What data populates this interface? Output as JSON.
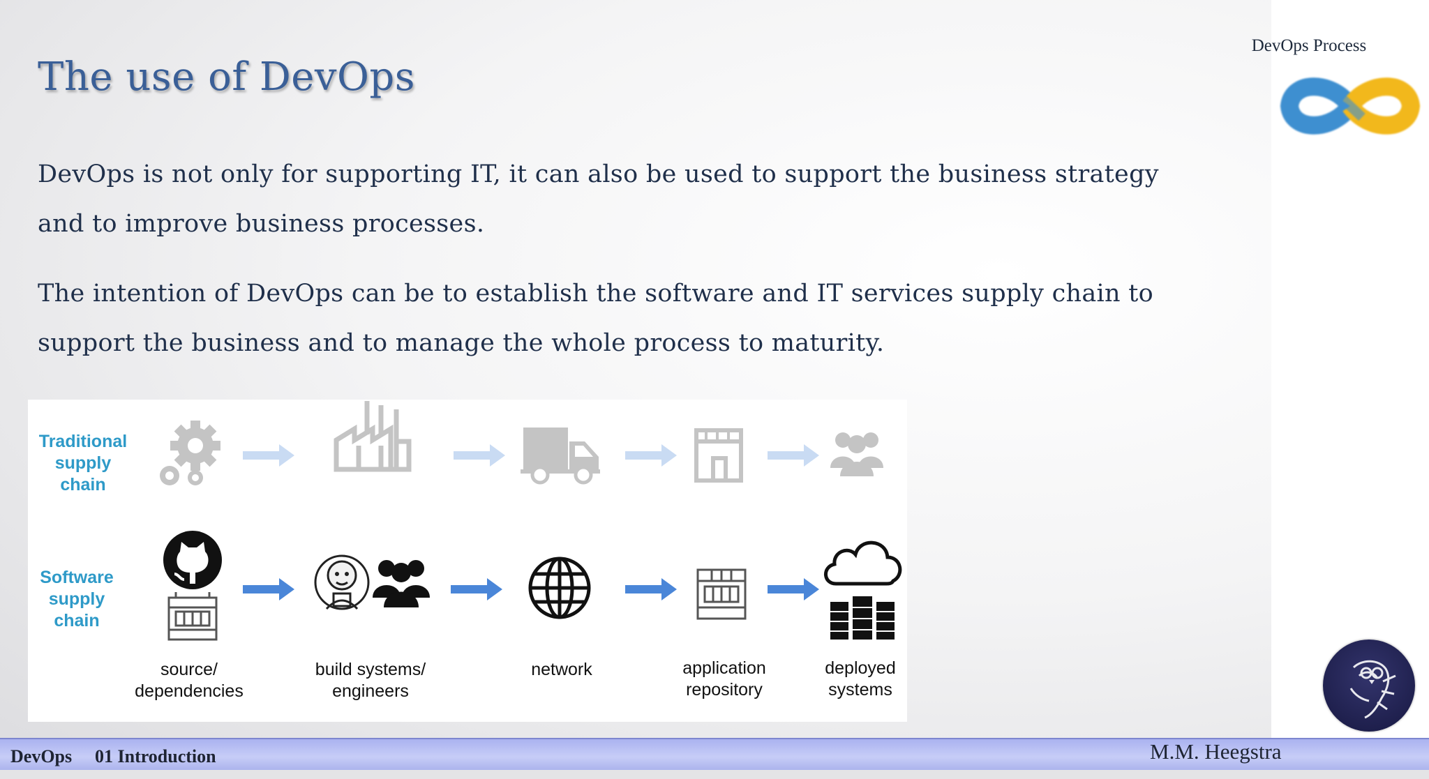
{
  "slide": {
    "title": "The use of DevOps",
    "paragraphs": [
      "DevOps is not only for supporting IT, it can also be used to support the business strategy and to improve business processes.",
      "The intention of DevOps can be to establish the software and IT services supply chain to support the business and to manage the whole process to maturity."
    ]
  },
  "logo": {
    "label": "DevOps Process",
    "colors": {
      "left_loop": "#3e8fd0",
      "right_loop": "#f2b81c"
    }
  },
  "diagram": {
    "rows": [
      {
        "label": [
          "Traditional",
          "supply",
          "chain"
        ],
        "icons": [
          "gears-icon",
          "factory-icon",
          "truck-icon",
          "store-icon",
          "people-icon"
        ]
      },
      {
        "label": [
          "Software",
          "supply",
          "chain"
        ],
        "icons": [
          "github-crate-icon",
          "jenkins-team-icon",
          "globe-icon",
          "crate-icon",
          "cloud-servers-icon"
        ]
      }
    ],
    "captions": [
      [
        "source/",
        "dependencies"
      ],
      [
        "build systems/",
        "engineers"
      ],
      [
        "network"
      ],
      [
        "application",
        "repository"
      ],
      [
        "deployed",
        "systems"
      ]
    ],
    "colors": {
      "label": "#2e9ac8",
      "arrow_faded": "#c9dbf3",
      "arrow": "#4a86d8",
      "faded_icon": "#c4c4c4"
    }
  },
  "footer": {
    "course": "DevOps",
    "chapter": "01 Introduction",
    "author": "M.M. Heegstra",
    "bar_color": "#b9c0f3"
  },
  "badge": {
    "icon": "owl-emblem-icon"
  }
}
